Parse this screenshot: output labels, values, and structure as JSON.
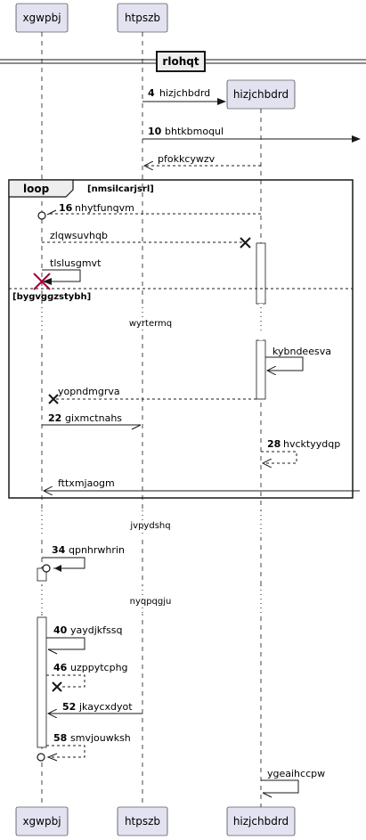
{
  "participants": [
    {
      "id": "xgwpbj",
      "label": "xgwpbj"
    },
    {
      "id": "htpszb",
      "label": "htpszb"
    },
    {
      "id": "hizjchbdrd",
      "label": "hizjchbdrd"
    }
  ],
  "divider": "rlohqt",
  "loop": {
    "keyword": "loop",
    "condition": "[nmsilcarjsrl]",
    "else_condition": "[bygvggzstybh]"
  },
  "delays": [
    "wyrtermq",
    "jvpydshq",
    "nyqpqgju"
  ],
  "messages": [
    {
      "num": "4",
      "label": "hizjchbdrd"
    },
    {
      "num": "10",
      "label": "bhtkbmoqul"
    },
    {
      "num": "",
      "label": "pfokkcywzv"
    },
    {
      "num": "16",
      "label": "nhytfunqvm"
    },
    {
      "num": "",
      "label": "zlqwsuvhqb"
    },
    {
      "num": "",
      "label": "tlslusgmvt"
    },
    {
      "num": "",
      "label": "kybndeesva"
    },
    {
      "num": "",
      "label": "yopndmgrva"
    },
    {
      "num": "22",
      "label": "gixmctnahs"
    },
    {
      "num": "28",
      "label": "hvcktyydqp"
    },
    {
      "num": "",
      "label": "fttxmjaogm"
    },
    {
      "num": "34",
      "label": "qpnhrwhrin"
    },
    {
      "num": "40",
      "label": "yaydjkfssq"
    },
    {
      "num": "46",
      "label": "uzppytcphg"
    },
    {
      "num": "52",
      "label": "jkaycxdyot"
    },
    {
      "num": "58",
      "label": "smvjouwksh"
    },
    {
      "num": "",
      "label": "ygeaihccpw"
    }
  ]
}
